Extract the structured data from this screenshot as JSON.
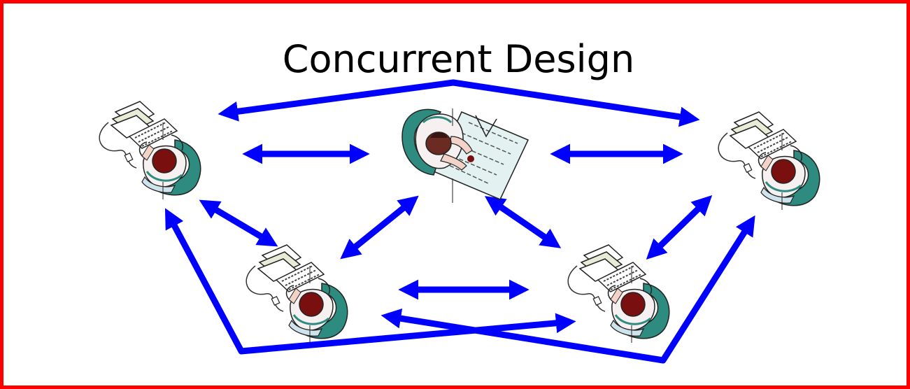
{
  "slide": {
    "title": "Concurrent Design"
  },
  "colors": {
    "border": "#ff0000",
    "arrow": "#0000ff",
    "chair": "#2e8b80",
    "head": "#7a0f0f",
    "paper": "#e7ecd6",
    "skin": "#f3d3c8"
  },
  "nodes": [
    {
      "id": "engineer-top-left",
      "role": "workstation-person"
    },
    {
      "id": "designer-center",
      "role": "drafting-person"
    },
    {
      "id": "engineer-top-right",
      "role": "workstation-person"
    },
    {
      "id": "engineer-bottom-left",
      "role": "workstation-person"
    },
    {
      "id": "engineer-bottom-right",
      "role": "workstation-person"
    }
  ],
  "links": [
    {
      "from": "engineer-top-left",
      "to": "engineer-top-right",
      "style": "double-arrow-over-top"
    },
    {
      "from": "engineer-top-left",
      "to": "designer-center",
      "style": "double-arrow"
    },
    {
      "from": "designer-center",
      "to": "engineer-top-right",
      "style": "double-arrow"
    },
    {
      "from": "engineer-top-left",
      "to": "engineer-bottom-left",
      "style": "double-arrow"
    },
    {
      "from": "designer-center",
      "to": "engineer-bottom-left",
      "style": "double-arrow"
    },
    {
      "from": "designer-center",
      "to": "engineer-bottom-right",
      "style": "double-arrow"
    },
    {
      "from": "engineer-top-right",
      "to": "engineer-bottom-right",
      "style": "double-arrow"
    },
    {
      "from": "engineer-bottom-left",
      "to": "engineer-bottom-right",
      "style": "double-arrow"
    },
    {
      "from": "engineer-top-left",
      "to": "engineer-bottom-right",
      "style": "arrow-around-bottom"
    },
    {
      "from": "engineer-bottom-left",
      "to": "engineer-top-right",
      "style": "arrow-around-bottom"
    }
  ]
}
